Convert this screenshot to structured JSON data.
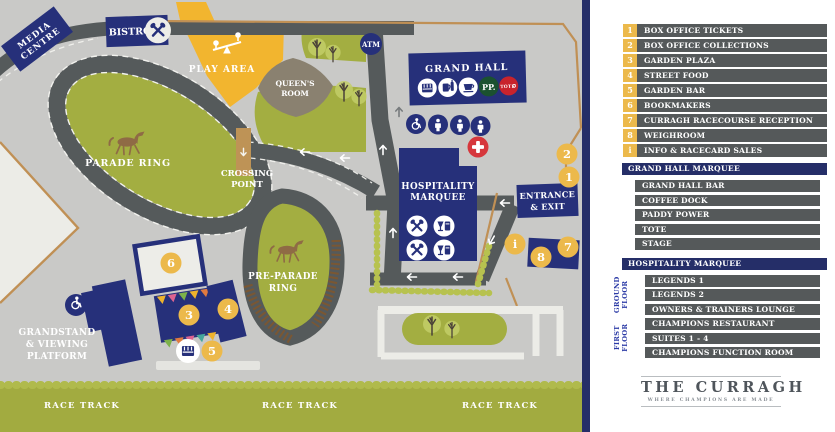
{
  "map": {
    "labels": {
      "media_centre_line1": "MEDIA",
      "media_centre_line2": "CENTRE",
      "bistro": "BISTRO",
      "play_area": "PLAY AREA",
      "queens_room_line1": "QUEEN'S",
      "queens_room_line2": "ROOM",
      "atm": "ATM",
      "grand_hall": "GRAND HALL",
      "paddy_power_badge": "PP.",
      "tote_badge": "TOTE",
      "parade_ring": "PARADE RING",
      "crossing_point_line1": "CROSSING",
      "crossing_point_line2": "POINT",
      "hospitality_line1": "HOSPITALITY",
      "hospitality_line2": "MARQUEE",
      "entrance_line1": "ENTRANCE",
      "entrance_line2": "& EXIT",
      "pre_parade_line1": "PRE-PARADE",
      "pre_parade_line2": "RING",
      "grandstand_line1": "GRANDSTAND",
      "grandstand_line2": "& VIEWING",
      "grandstand_line3": "PLATFORM",
      "race_track": "RACE TRACK"
    },
    "markers": {
      "n1": "1",
      "n2": "2",
      "n3": "3",
      "n4": "4",
      "n5": "5",
      "n6": "6",
      "n7": "7",
      "n8": "8",
      "info": "i"
    }
  },
  "legend": {
    "items": [
      {
        "num": "1",
        "label": "BOX OFFICE TICKETS"
      },
      {
        "num": "2",
        "label": "BOX OFFICE COLLECTIONS"
      },
      {
        "num": "3",
        "label": "GARDEN PLAZA"
      },
      {
        "num": "4",
        "label": "STREET FOOD"
      },
      {
        "num": "5",
        "label": "GARDEN BAR"
      },
      {
        "num": "6",
        "label": "BOOKMAKERS"
      },
      {
        "num": "7",
        "label": "CURRAGH RACECOURSE RECEPTION"
      },
      {
        "num": "8",
        "label": "WEIGHROOM"
      },
      {
        "num": "i",
        "label": "INFO & RACECARD SALES"
      }
    ],
    "grand_hall": {
      "title": "GRAND HALL MARQUEE",
      "items": [
        "GRAND HALL BAR",
        "COFFEE DOCK",
        "PADDY POWER",
        "TOTE",
        "STAGE"
      ]
    },
    "hospitality": {
      "title": "HOSPITALITY MARQUEE",
      "ground_label_line1": "GROUND",
      "ground_label_line2": "FLOOR",
      "first_label_line1": "FIRST",
      "first_label_line2": "FLOOR",
      "ground_items": [
        "LEGENDS 1",
        "LEGENDS 2",
        "OWNERS & TRAINERS LOUNGE"
      ],
      "first_items": [
        "CHAMPIONS RESTAURANT",
        "SUITES 1 - 4",
        "CHAMPIONS FUNCTION ROOM"
      ]
    }
  },
  "logo": {
    "title": "THE CURRAGH",
    "tagline": "WHERE CHAMPIONS ARE MADE"
  },
  "colors": {
    "navy": "#26307A",
    "panel_header_navy": "#252E68",
    "gold": "#ECB94B",
    "row_gray": "#55595A",
    "green": "#A3AE41",
    "grass_green": "#A2AB40",
    "play_yellow": "#F2B52F",
    "road_gray": "#555A5B",
    "map_bg": "#C9C9C7",
    "path_tan": "#C09055",
    "red": "#D6373C",
    "pp_green": "#1B5130",
    "floor_label_blue": "#2C3BA6"
  }
}
